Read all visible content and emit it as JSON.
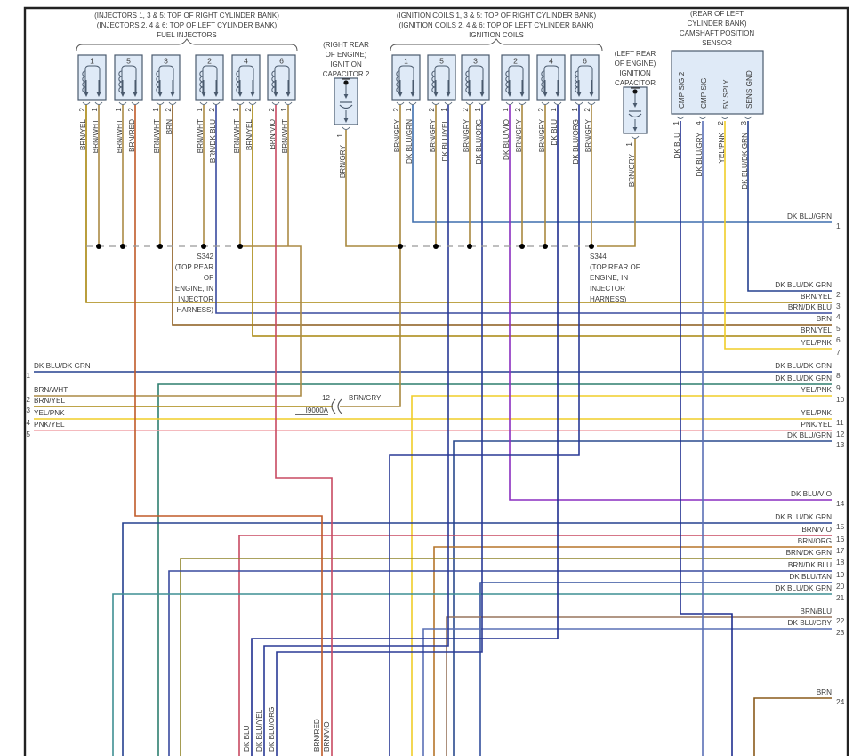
{
  "headers": {
    "injectors": [
      "(INJECTORS 1, 3 & 5: TOP OF RIGHT CYLINDER BANK)",
      "(INJECTORS 2, 4 & 6: TOP OF LEFT CYLINDER BANK)",
      "FUEL INJECTORS"
    ],
    "coils": [
      "(IGNITION COILS 1, 3 & 5: TOP OF RIGHT CYLINDER BANK)",
      "(IGNITION COILS 2, 4 & 6: TOP OF LEFT CYLINDER BANK)",
      "IGNITION COILS"
    ],
    "capacitor2": [
      "(RIGHT REAR",
      "OF ENGINE)",
      "IGNITION",
      "CAPACITOR 2"
    ],
    "capacitor": [
      "(LEFT REAR",
      "OF ENGINE)",
      "IGNITION",
      "CAPACITOR"
    ],
    "cmp": [
      "(REAR OF LEFT",
      "CYLINDER BANK)",
      "CAMSHAFT POSITION",
      "SENSOR"
    ]
  },
  "injectors": [
    {
      "num": "1",
      "pins": [
        {
          "pin": "2",
          "wire": "BRN/YEL"
        },
        {
          "pin": "1",
          "wire": "BRN/WHT"
        }
      ]
    },
    {
      "num": "5",
      "pins": [
        {
          "pin": "1",
          "wire": "BRN/WHT"
        },
        {
          "pin": "2",
          "wire": "BRN/RED"
        }
      ]
    },
    {
      "num": "3",
      "pins": [
        {
          "pin": "1",
          "wire": "BRN/WHT"
        },
        {
          "pin": "2",
          "wire": "BRN"
        }
      ]
    },
    {
      "num": "2",
      "pins": [
        {
          "pin": "1",
          "wire": "BRN/WHT"
        },
        {
          "pin": "2",
          "wire": "BRN/DK BLU"
        }
      ]
    },
    {
      "num": "4",
      "pins": [
        {
          "pin": "1",
          "wire": "BRN/WHT"
        },
        {
          "pin": "2",
          "wire": "BRN/YEL"
        }
      ]
    },
    {
      "num": "6",
      "pins": [
        {
          "pin": "2",
          "wire": "BRN/VIO"
        },
        {
          "pin": "1",
          "wire": "BRN/WHT"
        }
      ]
    }
  ],
  "coils": [
    {
      "num": "1",
      "pins": [
        {
          "pin": "2",
          "wire": "BRN/GRY"
        },
        {
          "pin": "1",
          "wire": "DK BLU/GRN"
        }
      ]
    },
    {
      "num": "5",
      "pins": [
        {
          "pin": "2",
          "wire": "BRN/GRY"
        },
        {
          "pin": "1",
          "wire": "DK BLU/YEL"
        }
      ]
    },
    {
      "num": "3",
      "pins": [
        {
          "pin": "2",
          "wire": "BRN/GRY"
        },
        {
          "pin": "1",
          "wire": "DK BLU/ORG"
        }
      ]
    },
    {
      "num": "2",
      "pins": [
        {
          "pin": "1",
          "wire": "DK BLU/VIO"
        },
        {
          "pin": "2",
          "wire": "BRN/GRY"
        }
      ]
    },
    {
      "num": "4",
      "pins": [
        {
          "pin": "2",
          "wire": "BRN/GRY"
        },
        {
          "pin": "1",
          "wire": "DK BLU"
        }
      ]
    },
    {
      "num": "6",
      "pins": [
        {
          "pin": "1",
          "wire": "DK BLU/ORG"
        },
        {
          "pin": "2",
          "wire": "BRN/GRY"
        }
      ]
    }
  ],
  "cap2_pin": {
    "pin": "1",
    "wire": "BRN/GRY"
  },
  "cap_pin": {
    "pin": "1",
    "wire": "BRN/GRY"
  },
  "cmp_pins": [
    {
      "name": "CMP SIG 2",
      "pin": "1",
      "wire": "DK BLU"
    },
    {
      "name": "CMP SIG",
      "pin": "4",
      "wire": "DK BLU/GRY"
    },
    {
      "name": "5V SPLY",
      "pin": "2",
      "wire": "YEL/PNK"
    },
    {
      "name": "SENS GND",
      "pin": "3",
      "wire": "DK BLU/DK GRN"
    }
  ],
  "splices": [
    {
      "id": "S342",
      "note": [
        "(TOP REAR",
        "OF",
        "ENGINE, IN",
        "INJECTOR",
        "HARNESS)"
      ]
    },
    {
      "id": "S344",
      "note": [
        "(TOP REAR OF",
        "ENGINE, IN",
        "INJECTOR",
        "HARNESS)"
      ]
    }
  ],
  "inline_connector": {
    "pin": "12",
    "id": "I9000A",
    "wire": "BRN/GRY"
  },
  "left_exits": [
    {
      "num": "1",
      "label": "DK BLU/DK GRN"
    },
    {
      "num": "2",
      "label": "BRN/WHT"
    },
    {
      "num": "3",
      "label": "BRN/YEL"
    },
    {
      "num": "4",
      "label": "YEL/PNK"
    },
    {
      "num": "5",
      "label": "PNK/YEL"
    }
  ],
  "right_exits": [
    {
      "num": "1",
      "label": "DK BLU/GRN"
    },
    {
      "num": "2",
      "label": "DK BLU/DK GRN"
    },
    {
      "num": "3",
      "label": "BRN/YEL"
    },
    {
      "num": "4",
      "label": "BRN/DK BLU"
    },
    {
      "num": "5",
      "label": "BRN"
    },
    {
      "num": "6",
      "label": "BRN/YEL"
    },
    {
      "num": "7",
      "label": "YEL/PNK"
    },
    {
      "num": "8",
      "label": "DK BLU/DK GRN"
    },
    {
      "num": "9",
      "label": "DK BLU/DK GRN"
    },
    {
      "num": "10",
      "label": "YEL/PNK"
    },
    {
      "num": "11",
      "label": "YEL/PNK"
    },
    {
      "num": "12",
      "label": "PNK/YEL"
    },
    {
      "num": "13",
      "label": "DK BLU/GRN"
    },
    {
      "num": "14",
      "label": "DK BLU/VIO"
    },
    {
      "num": "15",
      "label": "DK BLU/DK GRN"
    },
    {
      "num": "16",
      "label": "BRN/VIO"
    },
    {
      "num": "17",
      "label": "BRN/ORG"
    },
    {
      "num": "18",
      "label": "BRN/DK GRN"
    },
    {
      "num": "19",
      "label": "BRN/DK BLU"
    },
    {
      "num": "20",
      "label": "DK BLU/TAN"
    },
    {
      "num": "21",
      "label": "DK BLU/DK GRN"
    },
    {
      "num": "22",
      "label": "BRN/BLU"
    },
    {
      "num": "23",
      "label": "DK BLU/GRY"
    },
    {
      "num": "24",
      "label": "BRN"
    }
  ],
  "bottom_labels": [
    "DK BLU",
    "DK BLU/YEL",
    "DK BLU/ORG",
    "BRN/RED",
    "BRN/VIO"
  ],
  "wire_colors": {
    "BRN/YEL": "#a8860d",
    "BRN/WHT": "#ab8a45",
    "BRN/RED": "#c05a28",
    "BRN": "#8a5a1a",
    "BRN/DK BLU": "#394a9e",
    "BRN/VIO": "#c84a62",
    "BRN/GRY": "#a8893f",
    "DK BLU/GRN": "#3f6fae",
    "DK BLU/DK GRN": "#25408f",
    "DK BLU": "#1f2f8f",
    "DK BLU/YEL": "#2a3a96",
    "DK BLU/ORG": "#2a3a96",
    "DK BLU/VIO": "#8a2fc0",
    "DK BLU/GRY": "#5a70b5",
    "DK BLU/TAN": "#33509d",
    "YEL/PNK": "#f0cd28",
    "PNK/YEL": "#f0a4a8",
    "BRN/ORG": "#b5752a",
    "BRN/DK GRN": "#8f8428",
    "BRN/BLU": "#97755d"
  }
}
